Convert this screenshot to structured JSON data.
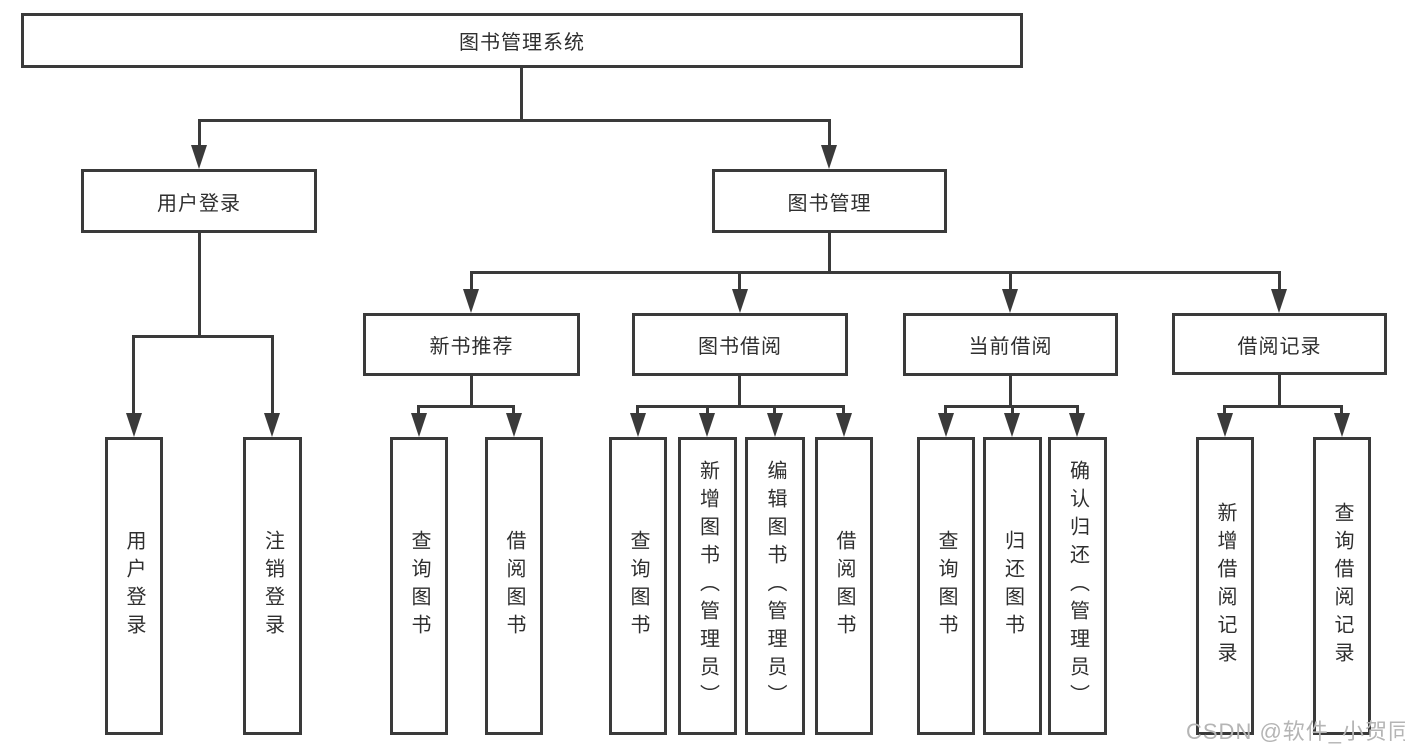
{
  "tree": {
    "root": {
      "label": "图书管理系统",
      "children": [
        {
          "label": "用户登录",
          "children": [
            {
              "label": "用户登录"
            },
            {
              "label": "注销登录"
            }
          ]
        },
        {
          "label": "图书管理",
          "children": [
            {
              "label": "新书推荐",
              "children": [
                {
                  "label": "查询图书"
                },
                {
                  "label": "借阅图书"
                }
              ]
            },
            {
              "label": "图书借阅",
              "children": [
                {
                  "label": "查询图书"
                },
                {
                  "label": "新增图书（管理员）"
                },
                {
                  "label": "编辑图书（管理员）"
                },
                {
                  "label": "借阅图书"
                }
              ]
            },
            {
              "label": "当前借阅",
              "children": [
                {
                  "label": "查询图书"
                },
                {
                  "label": "归还图书"
                },
                {
                  "label": "确认归还（管理员）"
                }
              ]
            },
            {
              "label": "借阅记录",
              "children": [
                {
                  "label": "新增借阅记录"
                },
                {
                  "label": "查询借阅记录"
                }
              ]
            }
          ]
        }
      ]
    }
  },
  "watermark": {
    "text": "CSDN @软件_小贺同学"
  },
  "colors": {
    "line": "#3a3a3a",
    "text": "#2f2f2f",
    "watermark": "#b5b5b5",
    "background": "#ffffff"
  }
}
